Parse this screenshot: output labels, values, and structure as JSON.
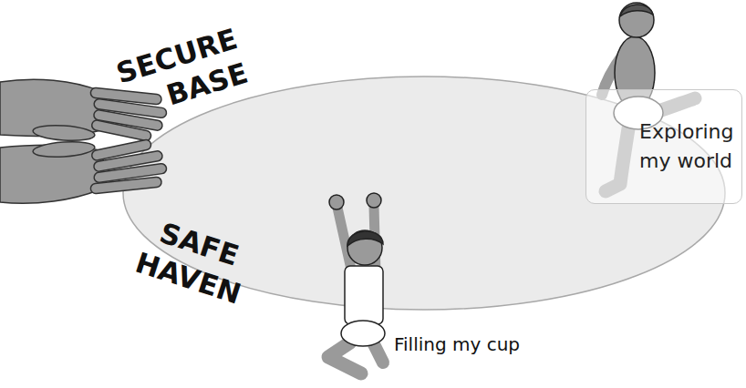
{
  "diagram": {
    "nodes": [
      {
        "text": [
          "Exploring my world"
        ]
      }
    ],
    "labels": [
      "SECURE BASE",
      "SAFE HAVEN",
      "Filling my cup"
    ]
  }
}
